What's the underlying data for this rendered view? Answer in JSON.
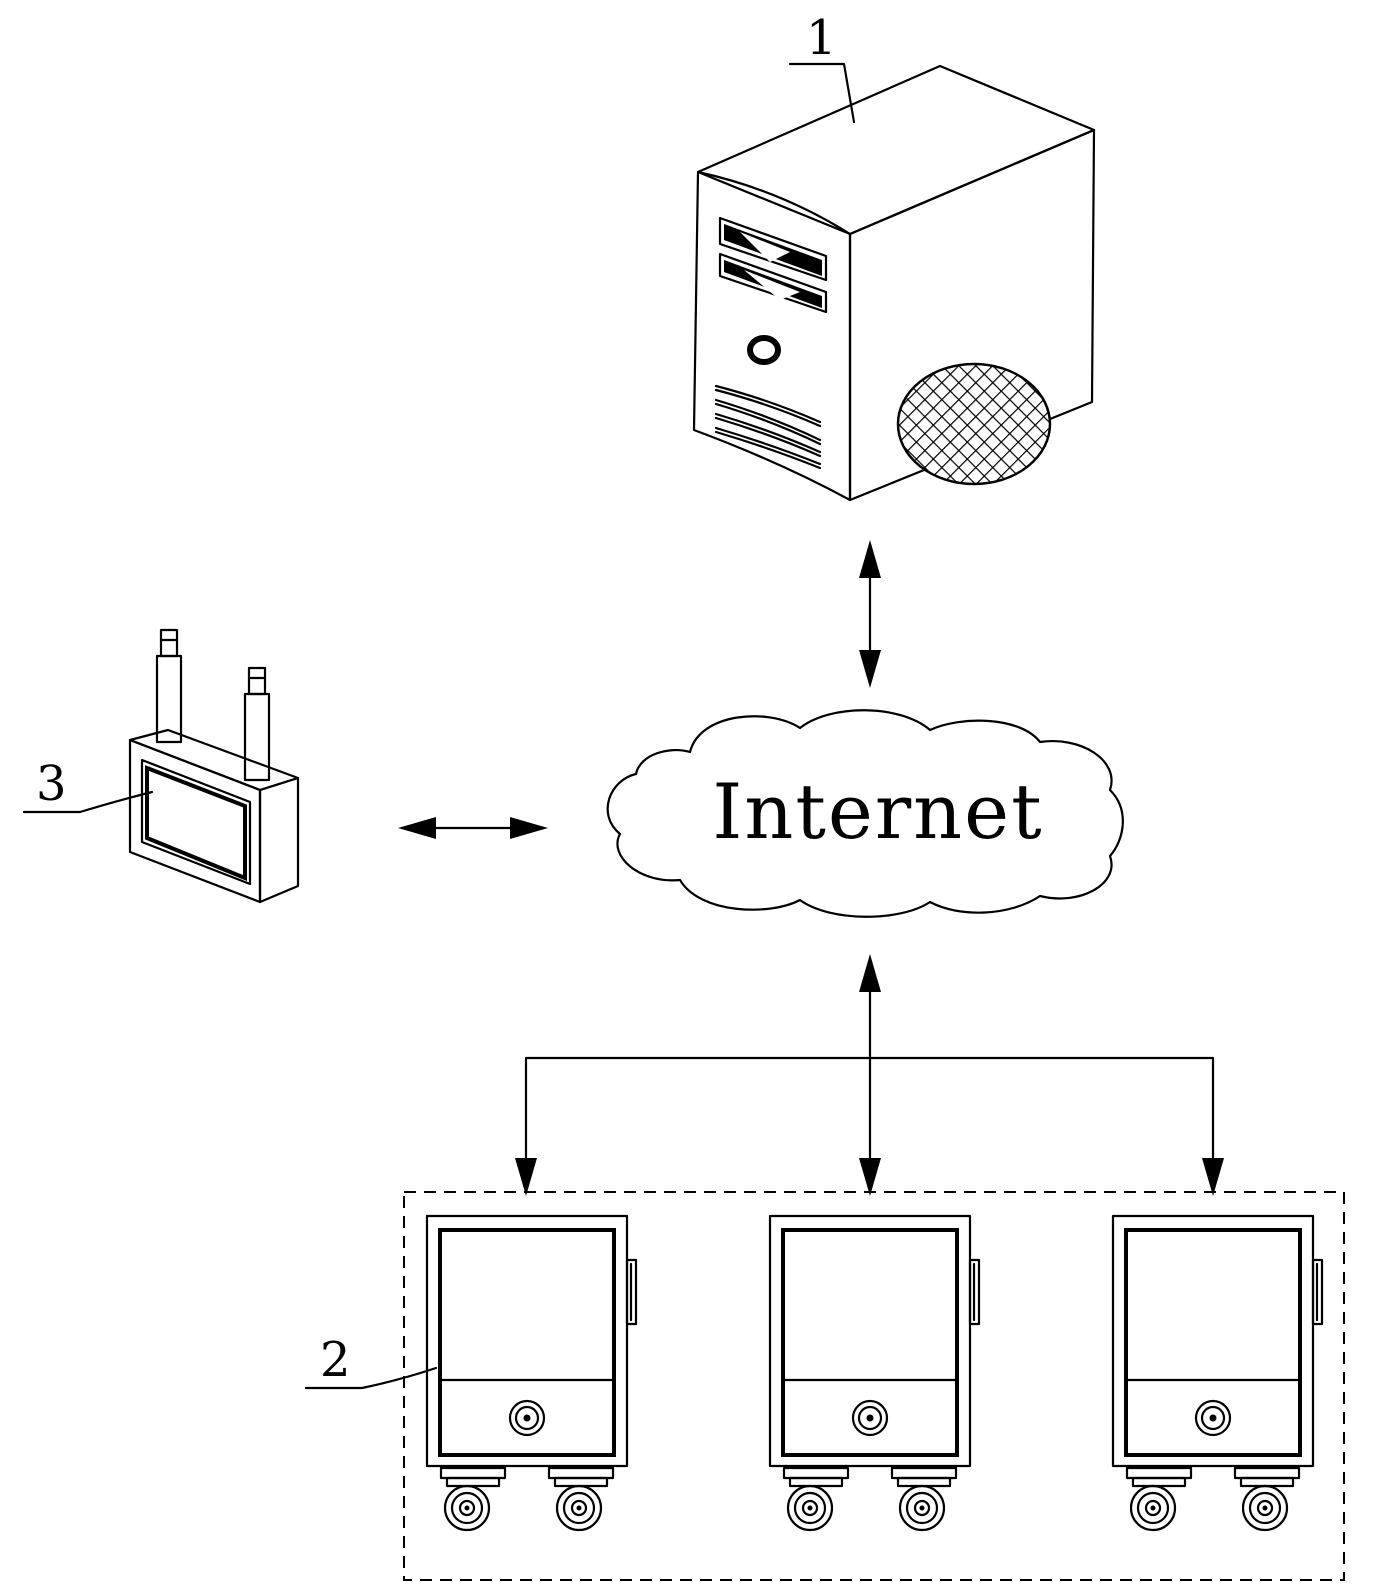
{
  "labels": {
    "server": "1",
    "terminals": "2",
    "router": "3"
  },
  "cloud": {
    "text": "Internet"
  },
  "terminal_count": 3
}
